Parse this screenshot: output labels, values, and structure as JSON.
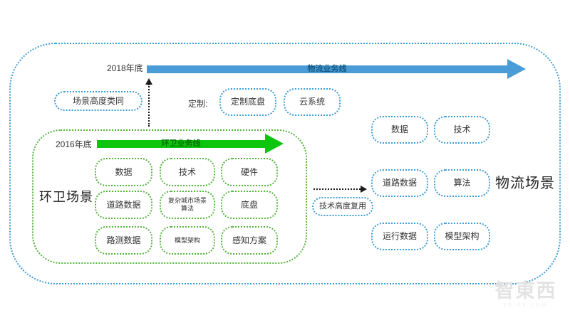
{
  "colors": {
    "blue_accent": "#3e9cd6",
    "blue_arrow_fill": "#4a9cd6",
    "blue_arrow_text": "#155a85",
    "green_accent": "#55b43e",
    "green_arrow_fill": "#0ec50e",
    "green_arrow_text": "#067006",
    "connector_black": "#1a1a1a",
    "text": "#333333",
    "watermark": "#e3e3e3"
  },
  "top_timeline": {
    "year_label": "2018年底",
    "arrow_label": "物流业务线"
  },
  "bottom_timeline": {
    "year_label": "2016年底",
    "arrow_label": "环卫业务线"
  },
  "notes": {
    "scene_similarity": "场景高度类同",
    "tech_reuse": "技术高度复用",
    "custom_prefix": "定制:"
  },
  "custom_items": [
    {
      "label": "定制底盘"
    },
    {
      "label": "云系统"
    }
  ],
  "sanitation": {
    "title": "环卫场景",
    "grid": [
      [
        "数据",
        "技术",
        "硬件"
      ],
      [
        "道路数据",
        "复杂城市场景算法",
        "底盘"
      ],
      [
        "路测数据",
        "模型架构",
        "感知方案"
      ]
    ]
  },
  "logistics": {
    "title": "物流场景",
    "grid": [
      [
        "数据",
        "技术"
      ],
      [
        "道路数据",
        "算法"
      ],
      [
        "运行数据",
        "模型架构"
      ]
    ]
  },
  "watermark": {
    "brand": "智東西",
    "domain": "zhidx.com"
  }
}
